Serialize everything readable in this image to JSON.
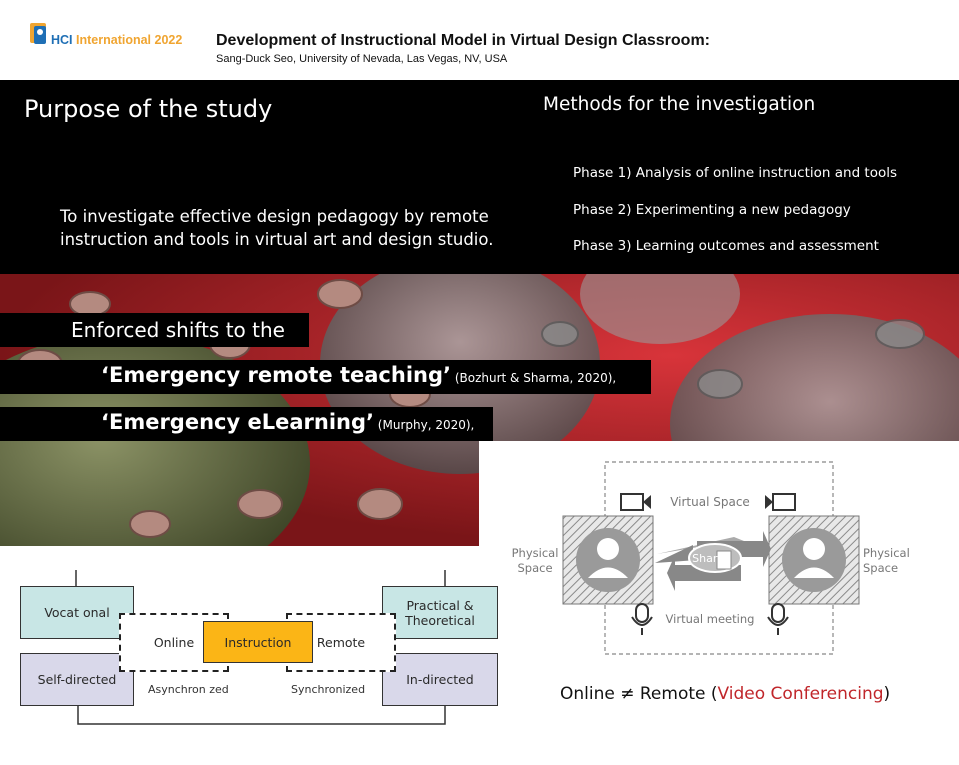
{
  "header": {
    "logo_hci": "HCI",
    "logo_intl": "International 2022",
    "title": "Development of Instructional Model in Virtual Design Classroom:",
    "author": "Sang-Duck Seo, University of Nevada, Las Vegas, NV, USA"
  },
  "purpose": {
    "title": "Purpose of the study",
    "text": "To investigate effective design pedagogy by remote instruction and tools in virtual art and design studio."
  },
  "methods": {
    "title": "Methods for the investigation",
    "phases": [
      "Phase 1) Analysis of online instruction and tools",
      "Phase 2) Experimenting a new pedagogy",
      "Phase 3) Learning outcomes and assessment"
    ]
  },
  "shifts": {
    "line1": "Enforced shifts to the",
    "line2_main": "‘Emergency remote teaching’",
    "line2_cite": " (Bozhurt & Sharma, 2020),",
    "line3_main": "‘Emergency eLearning’",
    "line3_cite": " (Murphy, 2020),"
  },
  "virtual_diagram": {
    "virtual_space": "Virtual Space",
    "virtual_meeting": "Virtual meeting",
    "physical_left": "Physical Space",
    "physical_right": "Physical Space",
    "share": "Share"
  },
  "mode_diagram": {
    "vocational": "Vocat onal",
    "practical": "Practical & Theoretical",
    "self_directed": "Self-directed",
    "in_directed": "In-directed",
    "online": "Online",
    "instruction": "Instruction",
    "remote": "Remote",
    "asynchronized": "Asynchron zed",
    "synchronized": "Synchronized"
  },
  "caption": {
    "prefix": "Online ≠ Remote (",
    "highlight": "Video Conferencing",
    "suffix": ")"
  },
  "colors": {
    "teal": "#c8e6e5",
    "lavender": "#d9d8ea",
    "orange": "#fbb516",
    "red": "#c0262a",
    "virus_red": "#b8262b",
    "virus_green": "#6f7a4a"
  }
}
